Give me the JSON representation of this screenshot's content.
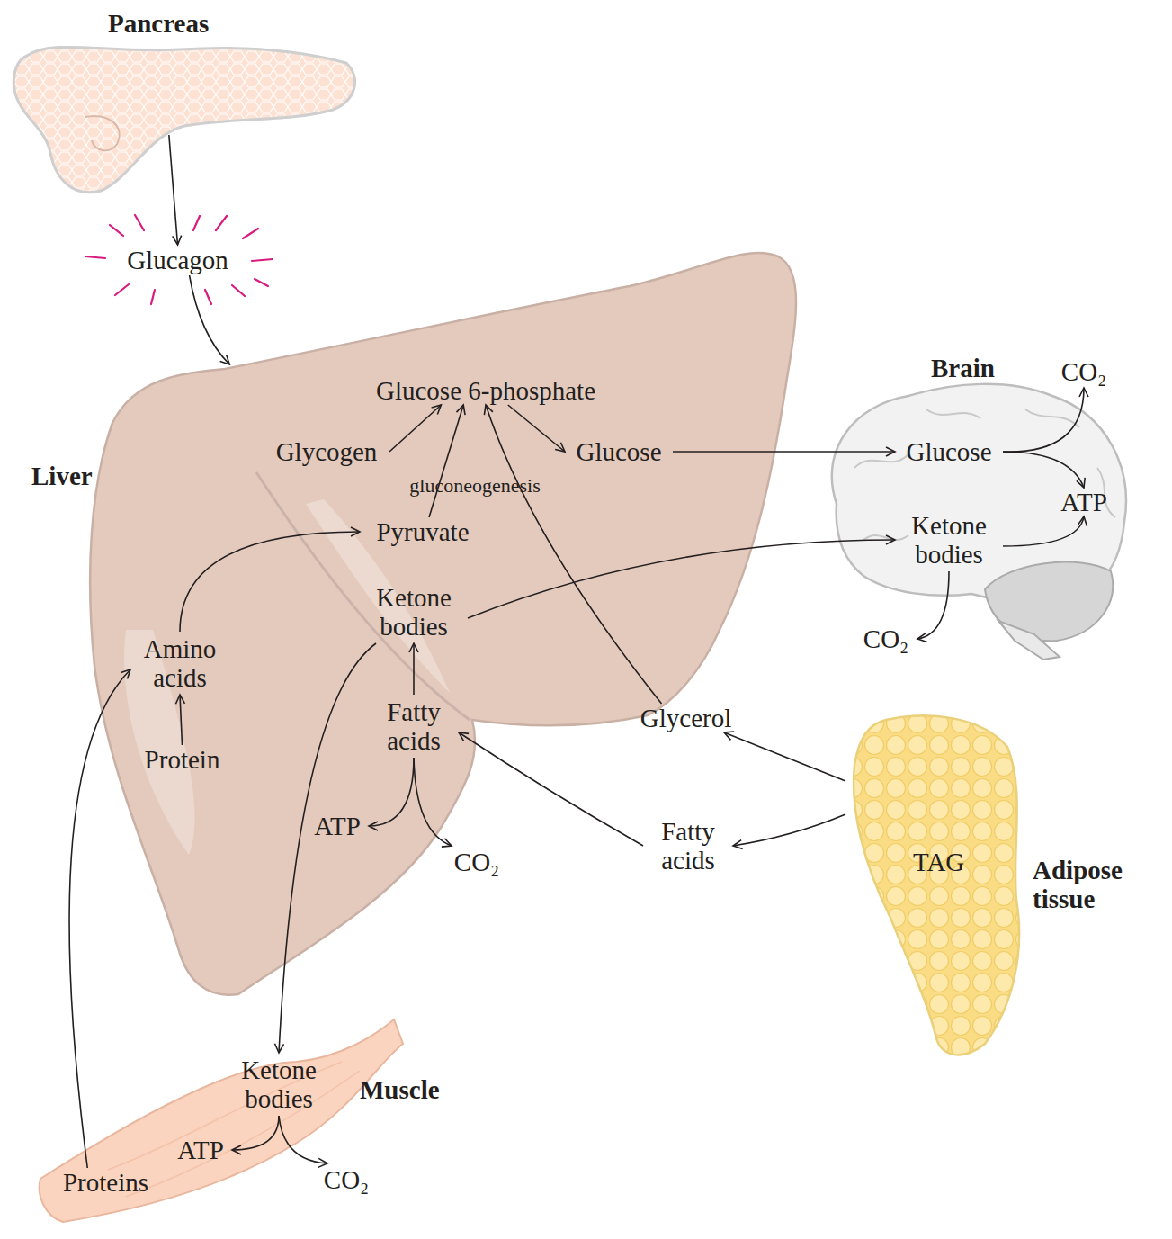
{
  "diagram": {
    "nodes": [
      {
        "text": [
          "Pancreas"
        ]
      },
      {
        "text": [
          "Glucagon"
        ]
      },
      {
        "text": [
          "Liver"
        ]
      },
      {
        "text": [
          "Glucose 6-phosphate"
        ],
        "in": 2
      },
      {
        "text": [
          "Glycogen"
        ],
        "in": 2
      },
      {
        "text": [
          "Glucose"
        ],
        "in": 2
      },
      {
        "text": [
          "Pyruvate"
        ],
        "in": 2
      },
      {
        "text": [
          "Ketone bodies"
        ],
        "in": 2
      },
      {
        "text": [
          "Amino acids"
        ],
        "in": 2
      },
      {
        "text": [
          "Protein"
        ],
        "in": 2
      },
      {
        "text": [
          "Fatty acids"
        ],
        "in": 2
      },
      {
        "text": [
          "ATP"
        ],
        "in": 2
      },
      {
        "text": [
          "CO₂"
        ],
        "in": 2
      },
      {
        "text": [
          "Brain"
        ]
      },
      {
        "text": [
          "Glucose"
        ],
        "in": 13
      },
      {
        "text": [
          "Ketone bodies"
        ],
        "in": 13
      },
      {
        "text": [
          "ATP"
        ],
        "in": 13
      },
      {
        "text": [
          "CO₂"
        ],
        "in": 13
      },
      {
        "text": [
          "CO₂"
        ],
        "in": 13
      },
      {
        "text": [
          "Glycerol"
        ]
      },
      {
        "text": [
          "Fatty acids"
        ]
      },
      {
        "text": [
          "Adipose tissue",
          "TAG"
        ]
      },
      {
        "text": [
          "Muscle"
        ]
      },
      {
        "text": [
          "Ketone bodies"
        ],
        "in": 22
      },
      {
        "text": [
          "ATP"
        ],
        "in": 22
      },
      {
        "text": [
          "CO₂"
        ],
        "in": 22
      },
      {
        "text": [
          "Proteins"
        ],
        "in": 22
      }
    ],
    "edges": [
      {
        "from": 0,
        "to": 1,
        "arrow": "to"
      },
      {
        "from": 1,
        "to": 2,
        "arrow": "to"
      },
      {
        "from": 4,
        "to": 3,
        "arrow": "to"
      },
      {
        "from": 6,
        "to": 3,
        "label": "gluconeogenesis",
        "arrow": "to"
      },
      {
        "from": 19,
        "to": 3,
        "arrow": "to"
      },
      {
        "from": 3,
        "to": 5,
        "arrow": "to"
      },
      {
        "from": 5,
        "to": 14,
        "arrow": "to"
      },
      {
        "from": 8,
        "to": 6,
        "arrow": "to"
      },
      {
        "from": 9,
        "to": 8,
        "arrow": "to"
      },
      {
        "from": 26,
        "to": 8,
        "arrow": "to"
      },
      {
        "from": 10,
        "to": 7,
        "arrow": "to"
      },
      {
        "from": 10,
        "to": 11,
        "arrow": "to"
      },
      {
        "from": 10,
        "to": 12,
        "arrow": "to"
      },
      {
        "from": 7,
        "to": 15,
        "arrow": "to"
      },
      {
        "from": 7,
        "to": 23,
        "arrow": "to"
      },
      {
        "from": 21,
        "to": 19,
        "arrow": "to"
      },
      {
        "from": 21,
        "to": 20,
        "arrow": "to"
      },
      {
        "from": 20,
        "to": 10,
        "arrow": "to"
      },
      {
        "from": 14,
        "to": 17,
        "arrow": "to"
      },
      {
        "from": 14,
        "to": 16,
        "arrow": "to"
      },
      {
        "from": 15,
        "to": 16,
        "arrow": "to"
      },
      {
        "from": 15,
        "to": 18,
        "arrow": "to"
      },
      {
        "from": 23,
        "to": 24,
        "arrow": "to"
      },
      {
        "from": 23,
        "to": 25,
        "arrow": "to"
      }
    ]
  }
}
